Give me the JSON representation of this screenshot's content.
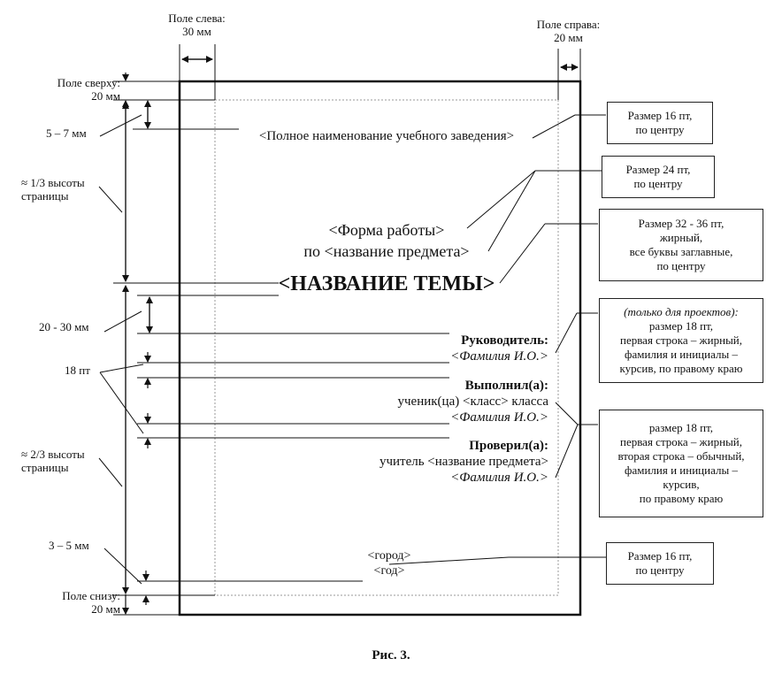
{
  "margins": {
    "left": [
      "Поле слева:",
      "30 мм"
    ],
    "right": [
      "Поле справа:",
      "20 мм"
    ],
    "top": [
      "Поле сверху:",
      "20 мм"
    ],
    "bottom": [
      "Поле снизу:",
      "20 мм"
    ]
  },
  "side_labels": {
    "gap_5_7": "5 – 7 мм",
    "third": [
      "≈ 1/3 высоты",
      "страницы"
    ],
    "gap_20_30": "20 - 30 мм",
    "pt18": "18 пт",
    "two_thirds": [
      "≈ 2/3 высоты",
      "страницы"
    ],
    "gap_3_5": "3 – 5 мм"
  },
  "page": {
    "institution": "<Полное наименование учебного заведения>",
    "work_form": "<Форма работы>",
    "subject": "по <название предмета>",
    "topic": "<НАЗВАНИЕ ТЕМЫ>",
    "supervisor_title": "Руководитель:",
    "supervisor_name": "<Фамилия И.О.>",
    "performer_title": "Выполнил(а):",
    "performer_class": "ученик(ца) <класс> класса",
    "performer_name": "<Фамилия И.О.>",
    "checker_title": "Проверил(а):",
    "checker_subject": "учитель <название предмета>",
    "checker_name": "<Фамилия И.О.>",
    "city": "<город>",
    "year": "<год>"
  },
  "notes": {
    "n1": [
      "Размер 16 пт,",
      "по центру"
    ],
    "n2": [
      "Размер 24 пт,",
      "по центру"
    ],
    "n3": [
      "Размер 32 - 36 пт,",
      "жирный,",
      "все буквы заглавные,",
      "по центру"
    ],
    "n4_italic": "(только для проектов):",
    "n4": [
      "размер 18 пт,",
      "первая строка – жирный,",
      "фамилия и инициалы –",
      "курсив, по правому краю"
    ],
    "n5": [
      "размер 18 пт,",
      "первая строка – жирный,",
      "вторая строка – обычный,",
      "фамилия и инициалы –",
      "курсив,",
      "по правому краю"
    ],
    "n6": [
      "Размер 16 пт,",
      "по центру"
    ]
  },
  "caption": "Рис. 3."
}
